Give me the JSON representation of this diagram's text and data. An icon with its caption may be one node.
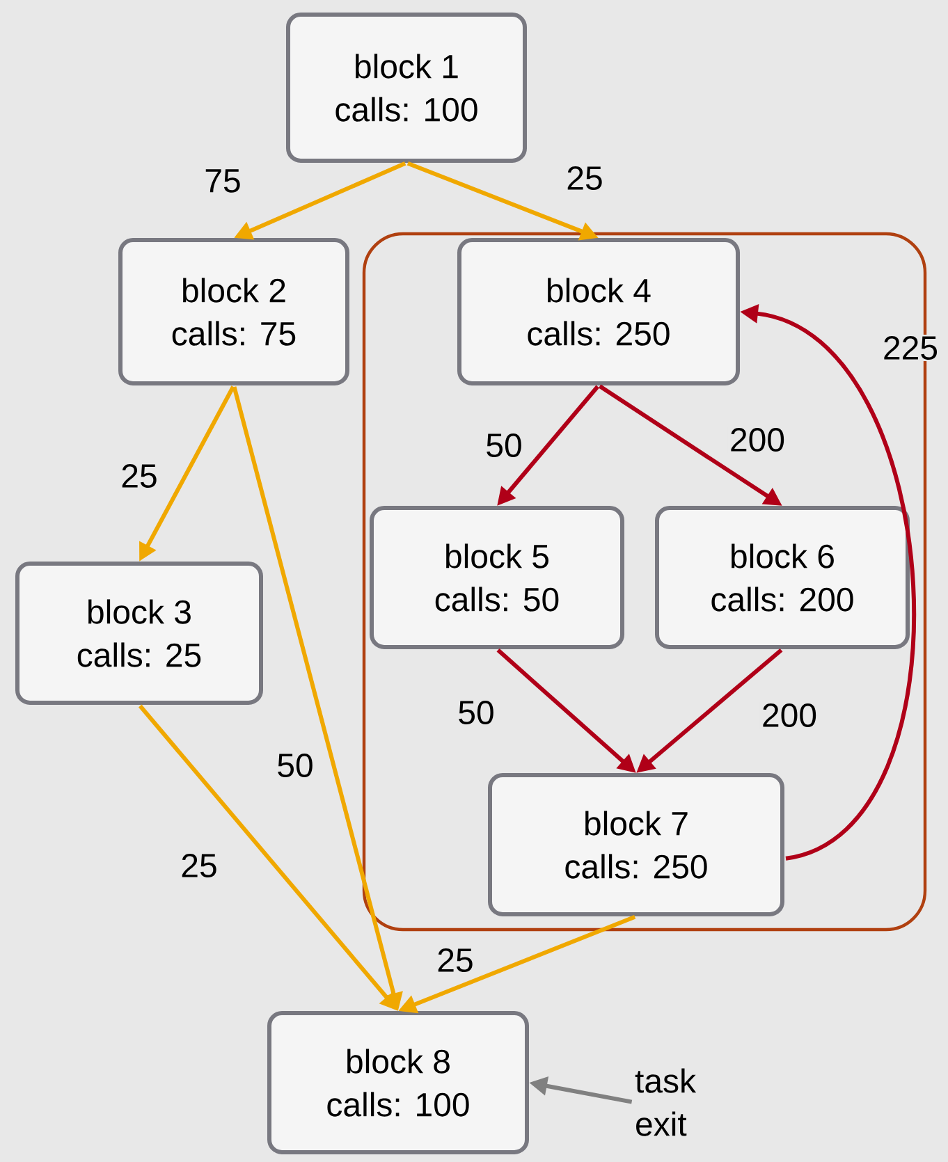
{
  "diagram": {
    "nodes": [
      {
        "text": [
          "block 1",
          "calls: 100"
        ]
      },
      {
        "text": [
          "block 2",
          "calls: 75"
        ]
      },
      {
        "text": [],
        "shape": "box"
      },
      {
        "text": [
          "block 4",
          "calls: 250"
        ],
        "in": 2
      },
      {
        "text": [
          "block 5",
          "calls: 50"
        ],
        "in": 2
      },
      {
        "text": [
          "block 6",
          "calls: 200"
        ],
        "in": 2
      },
      {
        "text": [
          "block 7",
          "calls: 250"
        ],
        "in": 2
      },
      {
        "text": [
          "block 3",
          "calls: 25"
        ]
      },
      {
        "text": [
          "block 8",
          "calls: 100"
        ]
      },
      {
        "text": [
          "task exit"
        ]
      }
    ],
    "edges": [
      {
        "from": 0,
        "to": 1,
        "arrow": "to",
        "label": "75"
      },
      {
        "from": 0,
        "to": 3,
        "arrow": "to",
        "label": "25"
      },
      {
        "from": 1,
        "to": 7,
        "arrow": "to",
        "label": "25"
      },
      {
        "from": 1,
        "to": 8,
        "arrow": "to",
        "label": "50"
      },
      {
        "from": 7,
        "to": 8,
        "arrow": "to",
        "label": "25"
      },
      {
        "from": 6,
        "to": 8,
        "arrow": "to",
        "label": "25"
      },
      {
        "from": 3,
        "to": 4,
        "arrow": "to",
        "label": "50",
        "color": "#b00018"
      },
      {
        "from": 3,
        "to": 5,
        "arrow": "to",
        "label": "200",
        "color": "#b00018"
      },
      {
        "from": 4,
        "to": 6,
        "arrow": "to",
        "label": "50",
        "color": "#b00018"
      },
      {
        "from": 5,
        "to": 6,
        "arrow": "to",
        "label": "200",
        "color": "#b00018"
      },
      {
        "from": 6,
        "to": 3,
        "arrow": "to",
        "label": "225",
        "color": "#b00018"
      },
      {
        "from": 9,
        "to": 8,
        "arrow": "to",
        "color": "#808080"
      }
    ]
  }
}
